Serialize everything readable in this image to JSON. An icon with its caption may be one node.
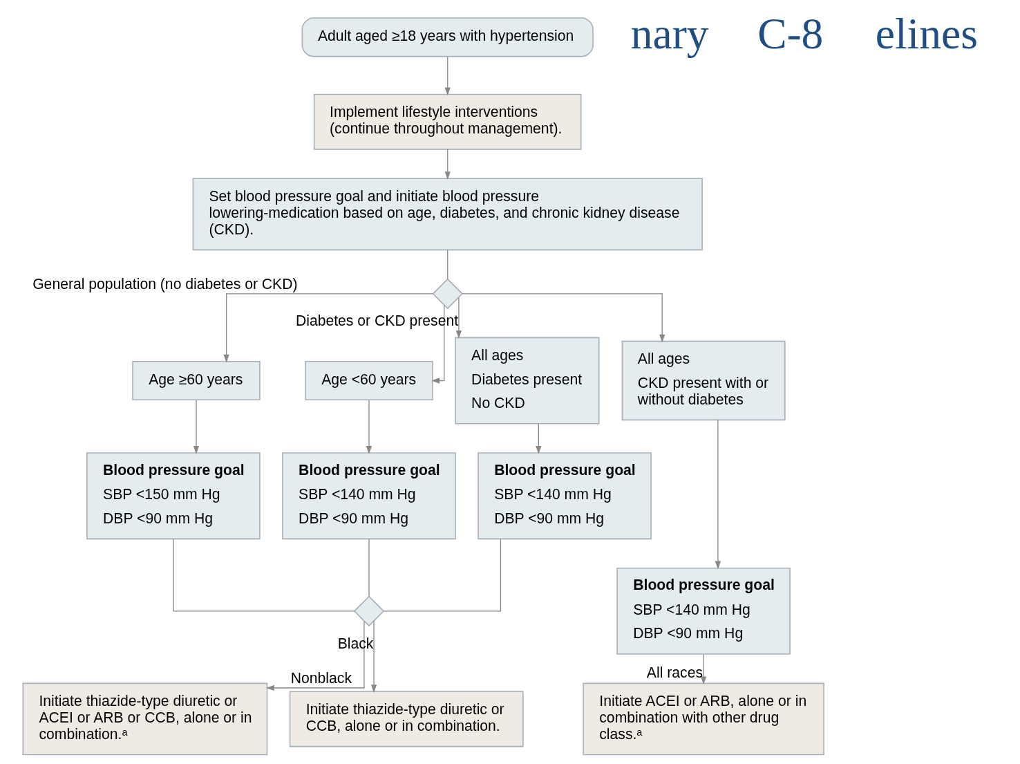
{
  "diagram": {
    "nodes": [
      {
        "text": [
          "Adult aged ≥18 years with hypertension"
        ]
      },
      {
        "text": [
          "Implement lifestyle interventions (continue throughout management)."
        ]
      },
      {
        "text": [
          "Set blood pressure goal and initiate blood pressure lowering-medication based on age, diabetes, and chronic kidney disease (CKD)."
        ]
      },
      {
        "text": [],
        "shape": "diamond"
      },
      {
        "text": [
          "Age ≥60 years"
        ]
      },
      {
        "text": [
          "Age <60 years"
        ]
      },
      {
        "text": [
          "All ages",
          "Diabetes present",
          "No CKD"
        ]
      },
      {
        "text": [
          "All ages",
          "CKD present with or without diabetes"
        ]
      },
      {
        "text": [
          "Blood pressure goal",
          "SBP <150 mm Hg",
          "DBP <90 mm Hg"
        ]
      },
      {
        "text": [
          "Blood pressure goal",
          "SBP <140 mm Hg",
          "DBP <90 mm Hg"
        ]
      },
      {
        "text": [
          "Blood pressure goal",
          "SBP <140 mm Hg",
          "DBP <90 mm Hg"
        ]
      },
      {
        "text": [
          "Blood pressure goal",
          "SBP <140 mm Hg",
          "DBP <90 mm Hg"
        ]
      },
      {
        "text": [],
        "shape": "diamond"
      },
      {
        "text": [
          "Initiate thiazide-type diuretic or ACEI or ARB or CCB, alone or in combination.ᵃ"
        ]
      },
      {
        "text": [
          "Initiate thiazide-type diuretic or CCB, alone or in combination."
        ]
      },
      {
        "text": [
          "Initiate ACEI or ARB, alone or in combination with other drug class.ᵃ"
        ]
      }
    ],
    "edges": [
      {
        "from": 0,
        "to": 1,
        "arrow": "to"
      },
      {
        "from": 1,
        "to": 2,
        "arrow": "to"
      },
      {
        "from": 2,
        "to": 3,
        "arrow": "none"
      },
      {
        "from": 3,
        "to": 4,
        "arrow": "to",
        "label": "General population (no diabetes or CKD)"
      },
      {
        "from": 3,
        "to": 5,
        "arrow": "to"
      },
      {
        "from": 3,
        "to": 6,
        "arrow": "to",
        "label": "Diabetes or CKD present"
      },
      {
        "from": 3,
        "to": 7,
        "arrow": "to"
      },
      {
        "from": 4,
        "to": 8,
        "arrow": "to"
      },
      {
        "from": 5,
        "to": 9,
        "arrow": "to"
      },
      {
        "from": 6,
        "to": 10,
        "arrow": "to"
      },
      {
        "from": 7,
        "to": 11,
        "arrow": "to"
      },
      {
        "from": 8,
        "to": 12,
        "arrow": "none"
      },
      {
        "from": 9,
        "to": 12,
        "arrow": "none"
      },
      {
        "from": 10,
        "to": 12,
        "arrow": "none"
      },
      {
        "from": 12,
        "to": 13,
        "arrow": "to",
        "label": "Nonblack"
      },
      {
        "from": 12,
        "to": 14,
        "arrow": "to",
        "label": "Black"
      },
      {
        "from": 11,
        "to": 15,
        "arrow": "to",
        "label": "All races"
      }
    ],
    "labels": [
      "nary",
      "C-8",
      "elines"
    ]
  }
}
